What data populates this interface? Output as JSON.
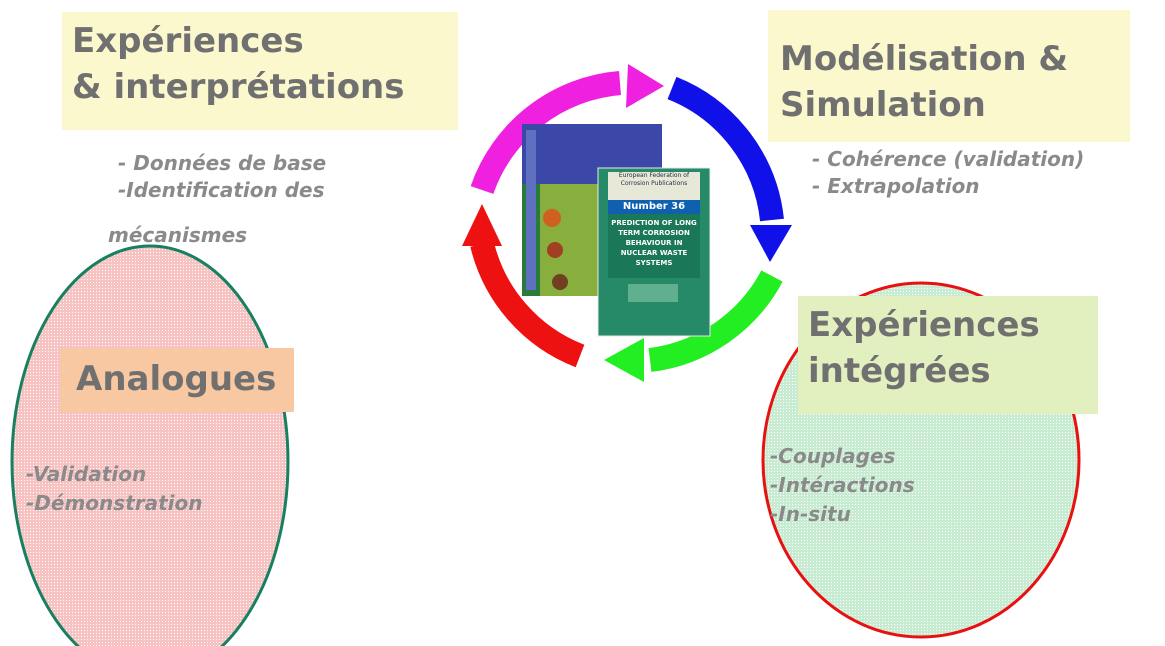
{
  "top_left": {
    "title_line1": "Expériences",
    "title_line2": "& interprétations",
    "bullet1": "- Données de base",
    "bullet2": "-Identification des",
    "bullet2_cont": "mécanismes"
  },
  "top_right": {
    "title_line1": "Modélisation &",
    "title_line2": "Simulation",
    "bullet1": "- Cohérence (validation)",
    "bullet2": "- Extrapolation"
  },
  "left_ellipse": {
    "title": "Analogues",
    "bullet1": "-Validation",
    "bullet2": "-Démonstration"
  },
  "right_ellipse": {
    "title_line1": "Expériences",
    "title_line2": "intégrées",
    "bullet1": "-Couplages",
    "bullet2": "-Intéractions",
    "bullet3": "-In-situ"
  },
  "book_front": {
    "publisher": "European Federation of Corrosion Publications",
    "number": "Number 36",
    "title": "PREDICTION OF LONG TERM CORROSION BEHAVIOUR IN NUCLEAR WASTE SYSTEMS"
  },
  "cycle_colors": {
    "magenta": "#f020e0",
    "blue": "#1010e8",
    "green": "#22ee22",
    "red": "#ee1111"
  }
}
